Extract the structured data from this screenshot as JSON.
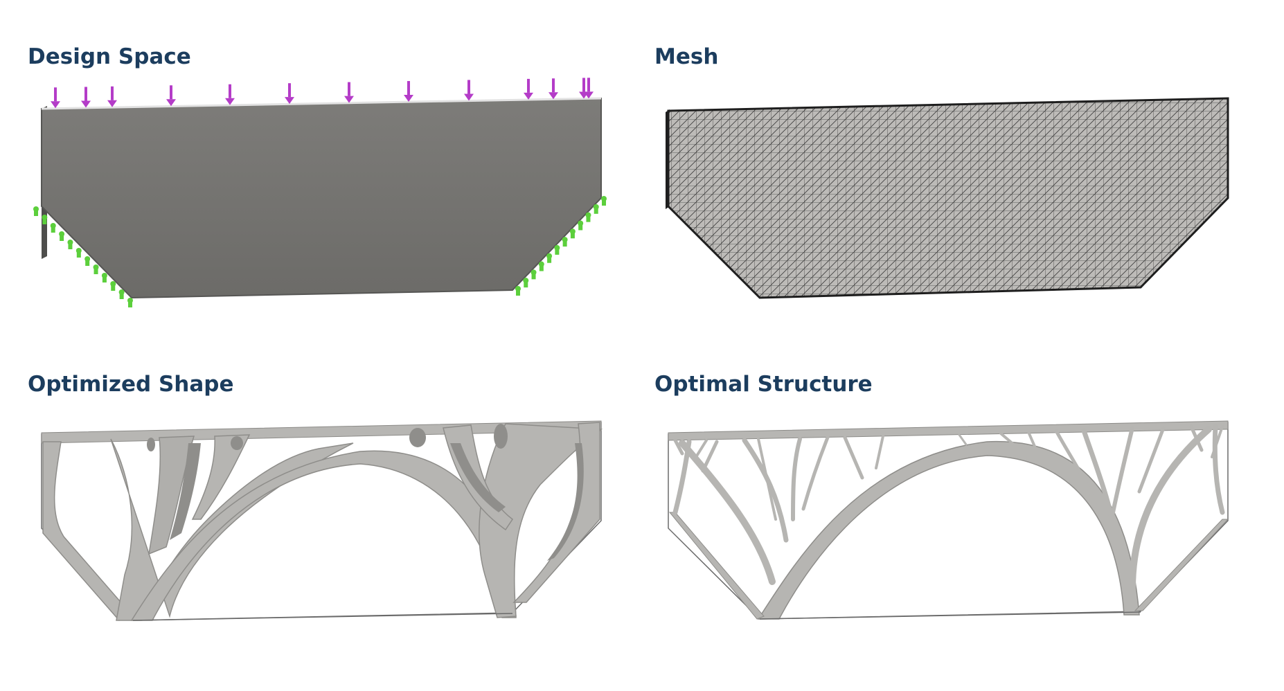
{
  "panels": [
    {
      "id": "design-space",
      "title": "Design Space"
    },
    {
      "id": "mesh",
      "title": "Mesh"
    },
    {
      "id": "optimized-shape",
      "title": "Optimized Shape"
    },
    {
      "id": "optimal-structure",
      "title": "Optimal Structure"
    }
  ],
  "colors": {
    "title": "#1c3d5e",
    "solid_face": "#767674",
    "solid_edge": "#4e4e4c",
    "mesh_line": "#3a3a3a",
    "mesh_face": "#b9b7b4",
    "structure_fill": "#b6b5b2",
    "structure_shadow": "#8e8d8a",
    "load_arrow": "#b43cc8",
    "support": "#5ccf3c"
  },
  "icons": {
    "load": "downward-arrow",
    "support": "fixed-support-glyph"
  }
}
